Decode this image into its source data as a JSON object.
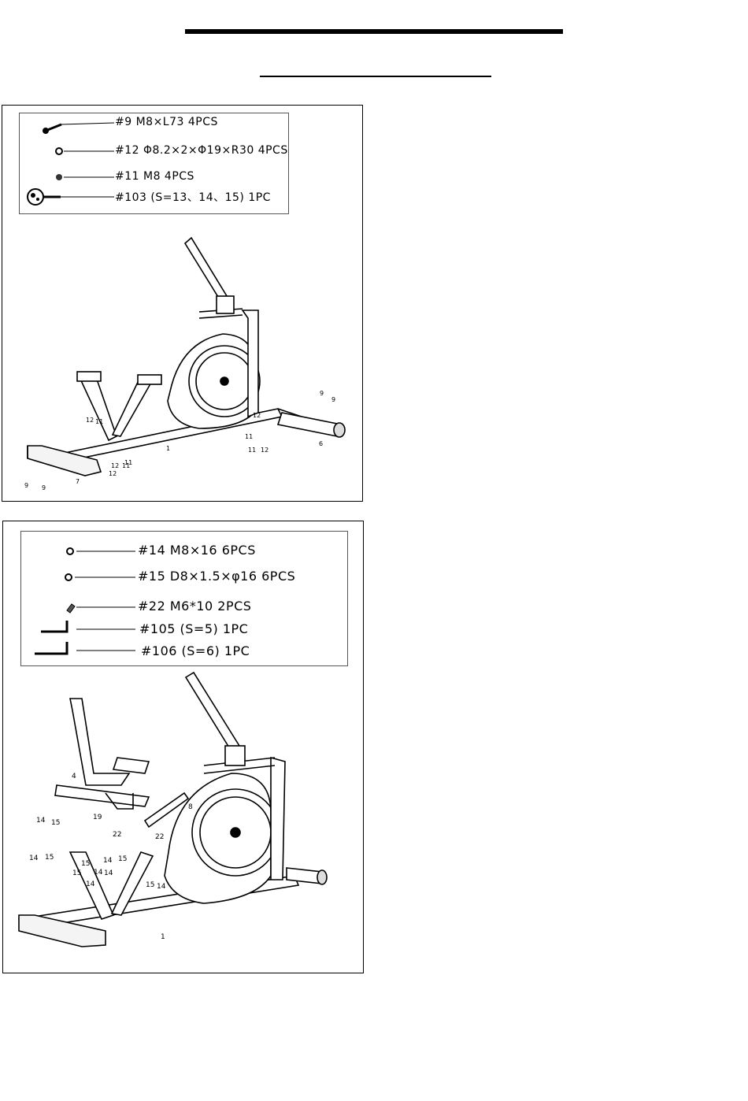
{
  "page": {
    "step1": {
      "hardware": [
        {
          "label": "#9 M8×L73   4PCS",
          "icon": "bolt-icon"
        },
        {
          "label": "#12  Φ8.2×2×Φ19×R30  4PCS",
          "icon": "curved-washer-icon"
        },
        {
          "label": "#11  M8  4PCS",
          "icon": "nut-icon"
        },
        {
          "label": "#103 (S=13、14、15) 1PC",
          "icon": "wrench-icon"
        }
      ],
      "callouts": [
        "12",
        "11",
        "12",
        "11",
        "9",
        "9",
        "7",
        "12",
        "11",
        "1",
        "11",
        "12",
        "11",
        "12",
        "6",
        "9",
        "9"
      ]
    },
    "step2": {
      "hardware": [
        {
          "label": "#14  M8×16  6PCS",
          "icon": "bolt-icon"
        },
        {
          "label": "#15  D8×1.5×φ16  6PCS",
          "icon": "washer-icon"
        },
        {
          "label": "#22  M6*10  2PCS",
          "icon": "screw-icon"
        },
        {
          "label": "#105  (S=5)  1PC",
          "icon": "allen-key-icon"
        },
        {
          "label": "#106  (S=6)  1PC",
          "icon": "allen-key-icon"
        }
      ],
      "callouts": [
        "4",
        "19",
        "22",
        "22",
        "8",
        "14",
        "15",
        "14",
        "15",
        "15",
        "14",
        "14",
        "15",
        "14",
        "15",
        "14",
        "15",
        "14",
        "1"
      ]
    }
  }
}
